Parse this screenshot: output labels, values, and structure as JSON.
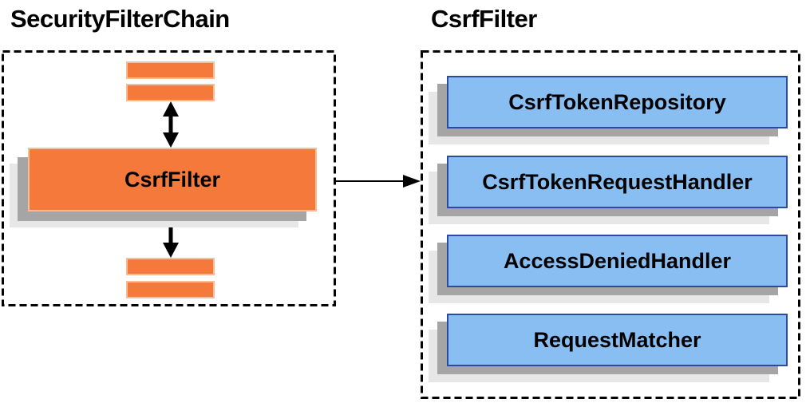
{
  "left_panel": {
    "title": "SecurityFilterChain",
    "csrf_filter_label": "CsrfFilter"
  },
  "right_panel": {
    "title": "CsrfFilter",
    "components": [
      "CsrfTokenRepository",
      "CsrfTokenRequestHandler",
      "AccessDeniedHandler",
      "RequestMatcher"
    ]
  },
  "colors": {
    "box_orange": "#F4793B",
    "box_orange_border": "#F9BE96",
    "box_blue": "#88BEF2",
    "box_blue_border": "#2B4C9E",
    "shadow_dark": "#A5A5A5",
    "shadow_light": "#E7E7E7",
    "arrow_black": "#000000"
  }
}
